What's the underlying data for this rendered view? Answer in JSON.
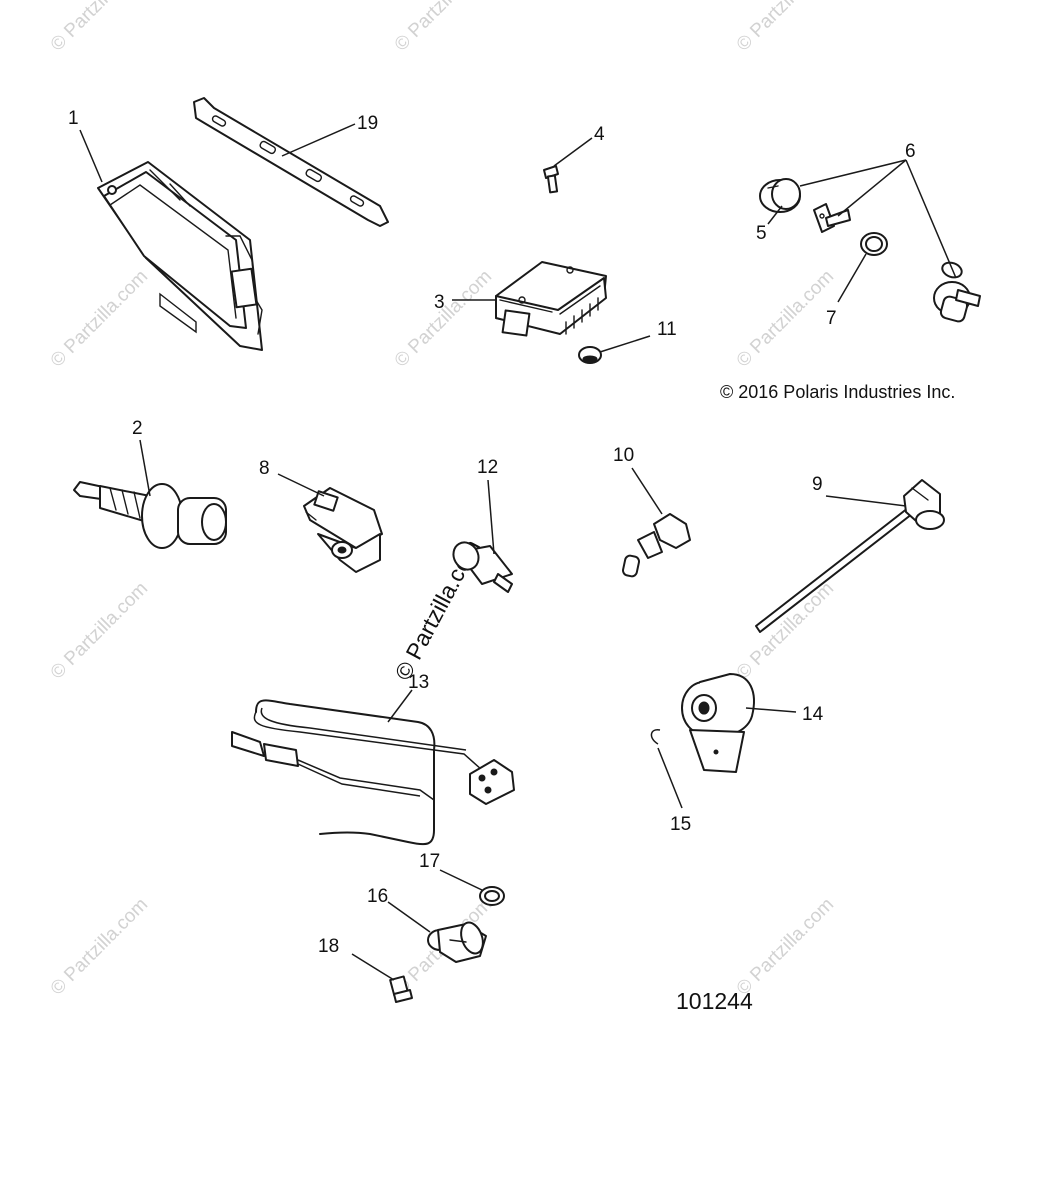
{
  "diagram": {
    "copyright": "© 2016 Polaris Industries Inc.",
    "reference_number": "101244",
    "watermark_text": "© Partzilla.com",
    "callouts": [
      {
        "id": "1",
        "label": "1"
      },
      {
        "id": "2",
        "label": "2"
      },
      {
        "id": "3",
        "label": "3"
      },
      {
        "id": "4",
        "label": "4"
      },
      {
        "id": "5",
        "label": "5"
      },
      {
        "id": "6",
        "label": "6"
      },
      {
        "id": "7",
        "label": "7"
      },
      {
        "id": "8",
        "label": "8"
      },
      {
        "id": "9",
        "label": "9"
      },
      {
        "id": "10",
        "label": "10"
      },
      {
        "id": "11",
        "label": "11"
      },
      {
        "id": "12",
        "label": "12"
      },
      {
        "id": "13",
        "label": "13"
      },
      {
        "id": "14",
        "label": "14"
      },
      {
        "id": "15",
        "label": "15"
      },
      {
        "id": "16",
        "label": "16"
      },
      {
        "id": "17",
        "label": "17"
      },
      {
        "id": "18",
        "label": "18"
      },
      {
        "id": "19",
        "label": "19"
      }
    ]
  }
}
